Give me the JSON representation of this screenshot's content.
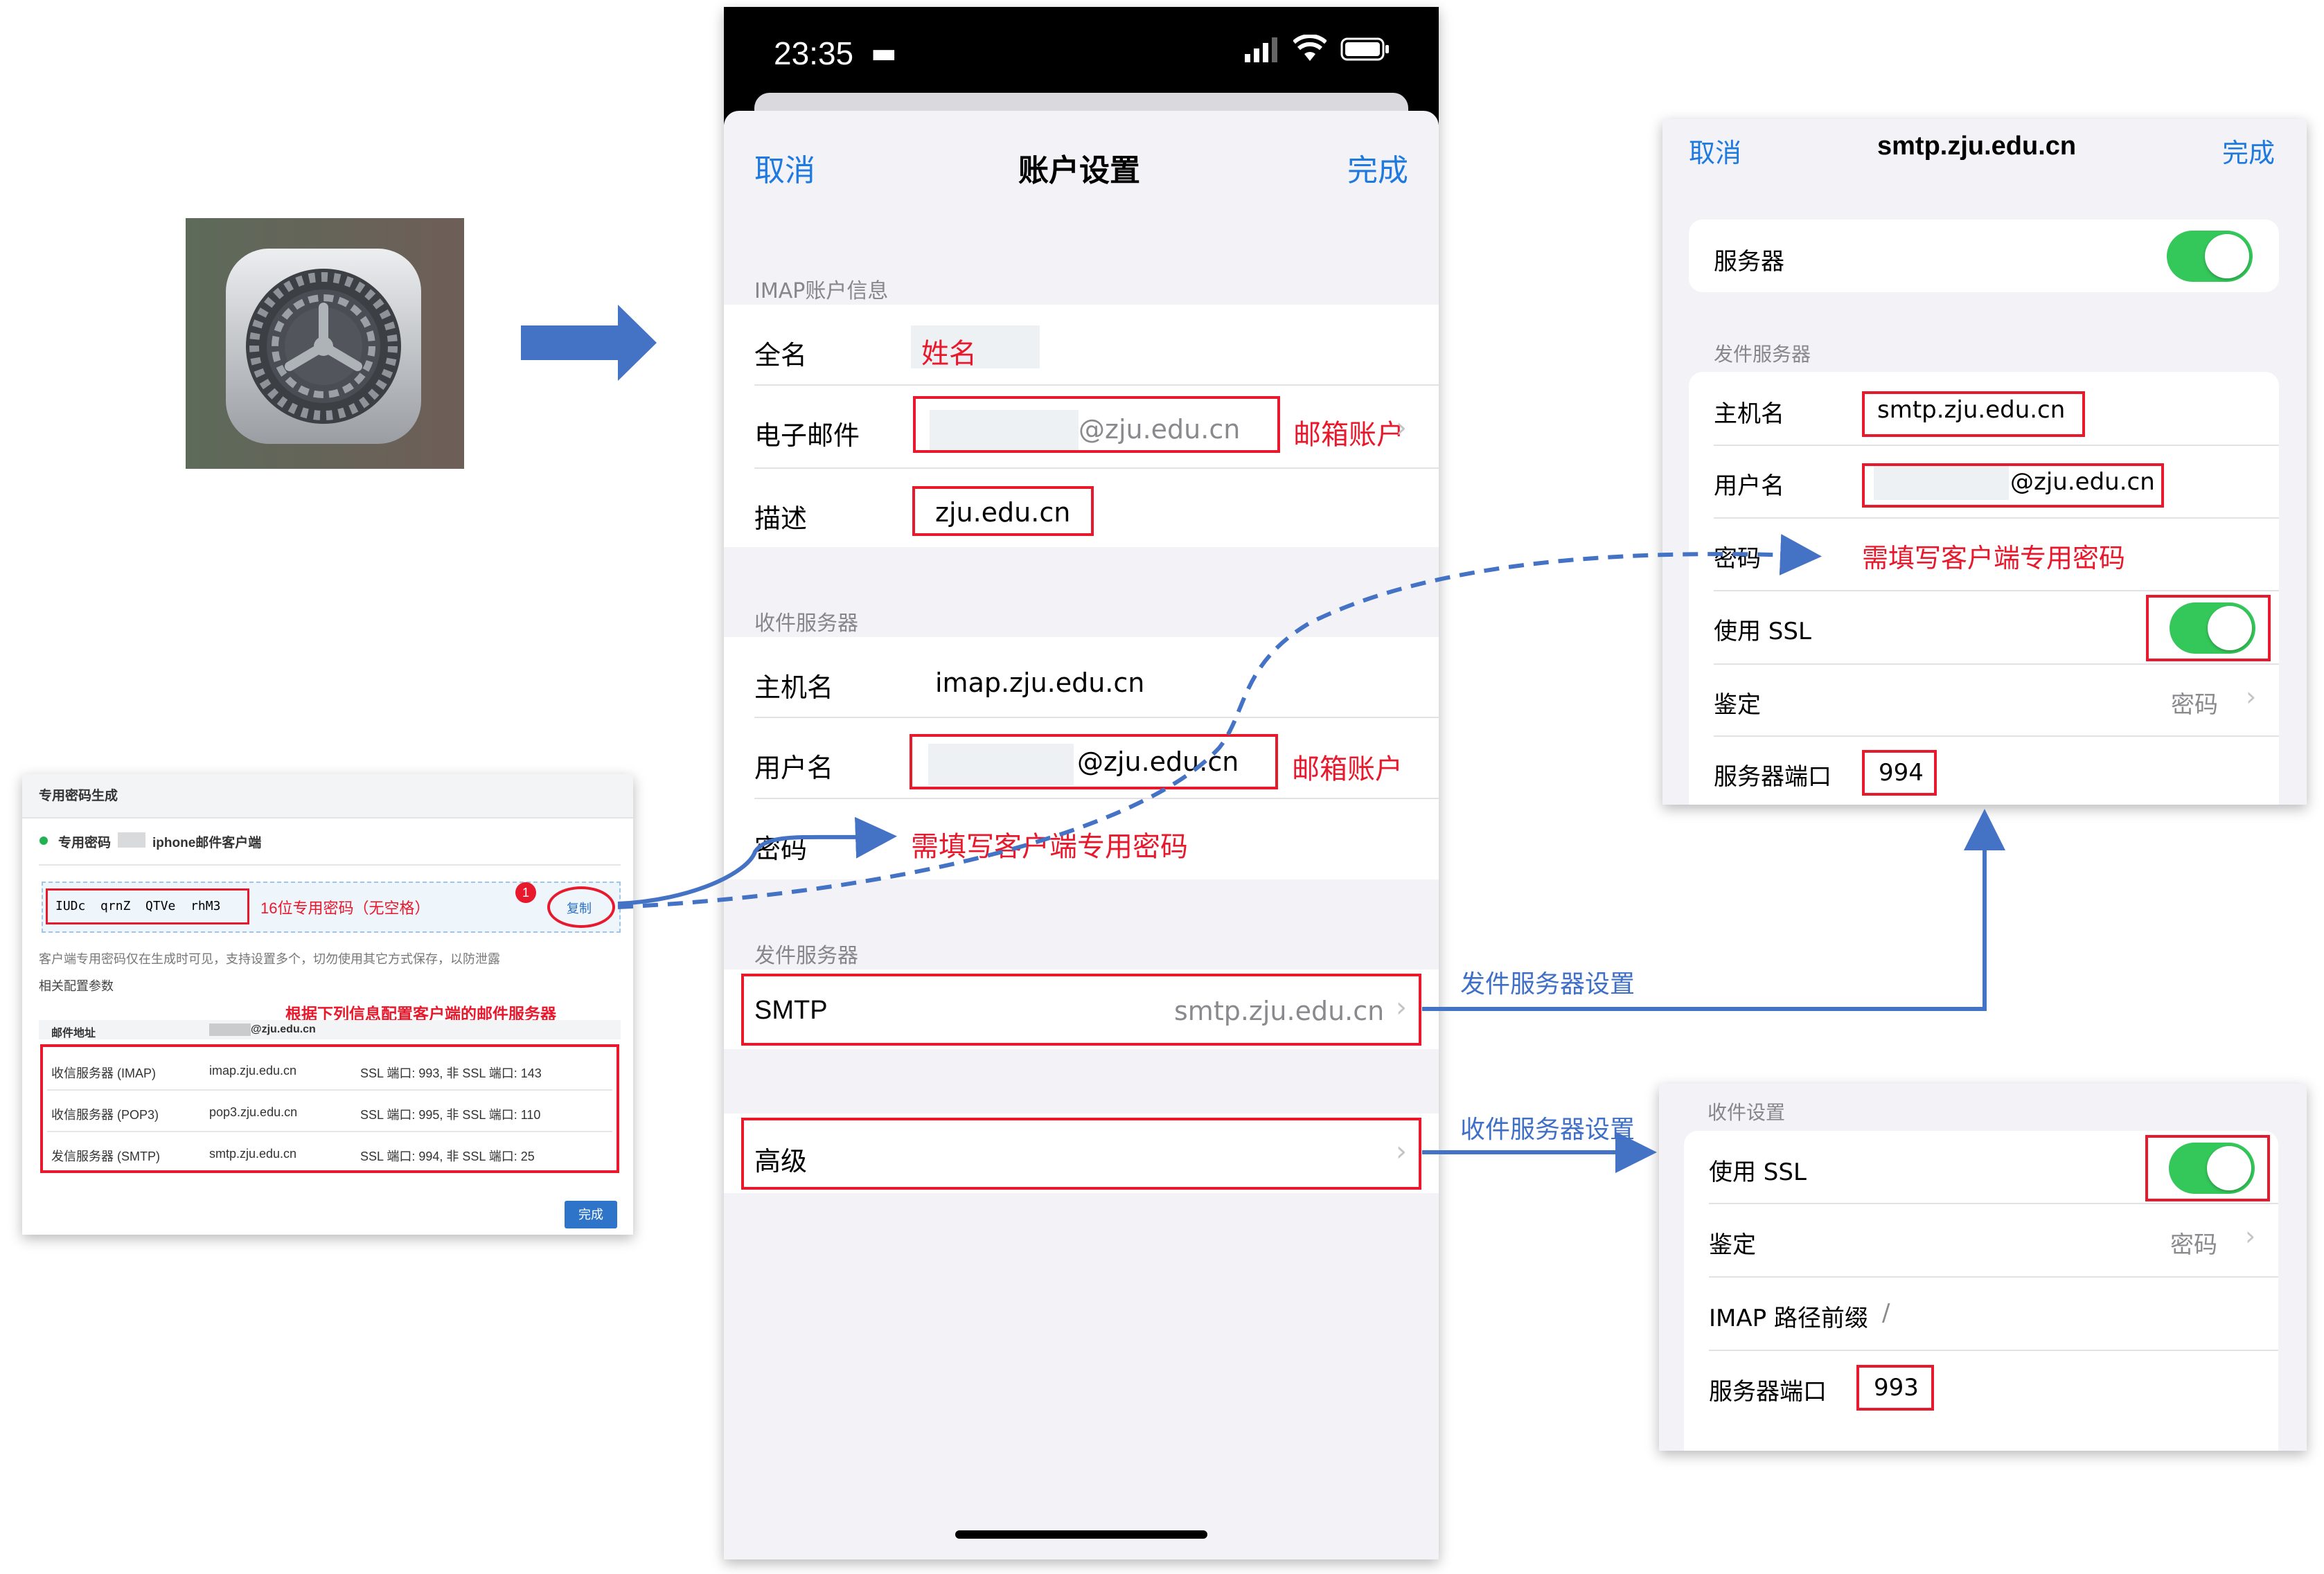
{
  "phone": {
    "status_time": "23:35",
    "nav": {
      "cancel": "取消",
      "title": "账户设置",
      "done": "完成"
    },
    "imap_section": "IMAP账户信息",
    "fullname_label": "全名",
    "fullname_value": "姓名",
    "email_label": "电子邮件",
    "email_value": "@zju.edu.cn",
    "email_note": "邮箱账户",
    "desc_label": "描述",
    "desc_value": "zju.edu.cn",
    "incoming_section": "收件服务器",
    "host_label": "主机名",
    "host_value": "imap.zju.edu.cn",
    "user_label": "用户名",
    "user_value": "@zju.edu.cn",
    "user_note": "邮箱账户",
    "pwd_label": "密码",
    "pwd_note": "需填写客户端专用密码",
    "outgoing_section": "发件服务器",
    "smtp_label": "SMTP",
    "smtp_value": "smtp.zju.edu.cn",
    "advanced_label": "高级"
  },
  "smtp_panel": {
    "cancel": "取消",
    "title": "smtp.zju.edu.cn",
    "done": "完成",
    "server_label": "服务器",
    "section": "发件服务器",
    "host_label": "主机名",
    "host_value": "smtp.zju.edu.cn",
    "user_label": "用户名",
    "user_value": "@zju.edu.cn",
    "pwd_label": "密码",
    "pwd_note": "需填写客户端专用密码",
    "ssl_label": "使用 SSL",
    "auth_label": "鉴定",
    "auth_value": "密码",
    "port_label": "服务器端口",
    "port_value": "994"
  },
  "imap_panel": {
    "section": "收件设置",
    "ssl_label": "使用 SSL",
    "auth_label": "鉴定",
    "auth_value": "密码",
    "prefix_label": "IMAP 路径前缀",
    "prefix_value": "/",
    "port_label": "服务器端口",
    "port_value": "993"
  },
  "annotations": {
    "outgoing_settings": "发件服务器设置",
    "incoming_settings": "收件服务器设置"
  },
  "web_panel": {
    "title": "专用密码生成",
    "item_prefix": "专用密码",
    "item_name": "iphone邮件客户端",
    "password": "IUDc  qrnZ  QTVe  rhM3",
    "password_note": "16位专用密码（无空格）",
    "badge": "1",
    "copy_button": "复制",
    "notice": "客户端专用密码仅在生成时可见，支持设置多个，切勿使用其它方式保存，以防泄露",
    "config_label": "相关配置参数",
    "config_note": "根据下列信息配置客户端的邮件服务器",
    "header_col1": "邮件地址",
    "header_col2": "@zju.edu.cn",
    "rows": [
      {
        "name": "收信服务器 (IMAP)",
        "host": "imap.zju.edu.cn",
        "ports": "SSL 端口: 993, 非 SSL 端口: 143"
      },
      {
        "name": "收信服务器 (POP3)",
        "host": "pop3.zju.edu.cn",
        "ports": "SSL 端口: 995, 非 SSL 端口: 110"
      },
      {
        "name": "发信服务器 (SMTP)",
        "host": "smtp.zju.edu.cn",
        "ports": "SSL 端口: 994, 非 SSL 端口: 25"
      }
    ],
    "done_button": "完成"
  },
  "colors": {
    "ios_blue": "#1f7ae0",
    "ios_green": "#34c759",
    "annotation_red": "#e8192c",
    "arrow_blue": "#4472c4"
  }
}
